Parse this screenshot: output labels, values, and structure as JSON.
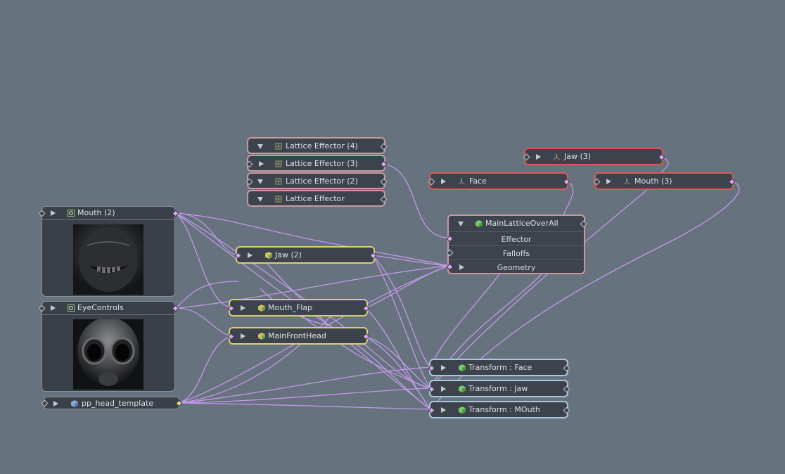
{
  "nodes": {
    "lattice4": "Lattice Effector (4)",
    "lattice3": "Lattice Effector (3)",
    "lattice2": "Lattice Effector (2)",
    "lattice1": "Lattice Effector",
    "jaw3": "Jaw (3)",
    "face": "Face",
    "mouth3": "Mouth (3)",
    "main_lattice": "MainLatticeOverAll",
    "main_lattice_rows": [
      "Effector",
      "Falloffs",
      "Geometry"
    ],
    "mouth2": "Mouth (2)",
    "jaw2": "Jaw (2)",
    "eye_controls": "EyeControls",
    "mouth_flap": "Mouth_Flap",
    "main_front_head": "MainFrontHead",
    "pp_head_template": "pp_head_template",
    "transform_face": "Transform : Face",
    "transform_jaw": "Transform : Jaw",
    "transform_mouth": "Transform : MOuth"
  },
  "colors": {
    "background": "#66727d",
    "wire": "#c89cf0",
    "lattice_border": "#c79aa0",
    "mesh_border": "#d8cf72",
    "locator_border": "#d85a55",
    "transform_border": "#a8c8dd"
  },
  "icons": {
    "lattice": "lattice-effector-icon",
    "locator": "locator-axis-icon",
    "mesh": "mesh-cube-icon",
    "group": "group-gear-icon",
    "template": "template-cube-icon"
  }
}
